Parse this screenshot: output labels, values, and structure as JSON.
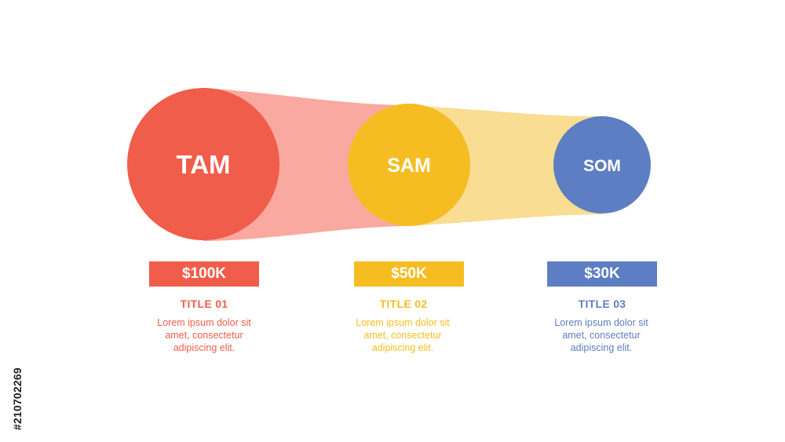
{
  "colors": {
    "red": "#F05D4B",
    "red_light": "#F9A99F",
    "yellow": "#F6BD23",
    "yellow_light": "#F8DD92",
    "blue": "#5D7EC2"
  },
  "circles": [
    {
      "label": "TAM",
      "color": "#F05D4B"
    },
    {
      "label": "SAM",
      "color": "#F6BD23"
    },
    {
      "label": "SOM",
      "color": "#5D7EC2"
    }
  ],
  "items": [
    {
      "value": "$100K",
      "title": "TITLE 01",
      "desc": [
        "Lorem ipsum dolor sit",
        "amet, consectetur",
        "adipiscing elit."
      ],
      "color": "#F05D4B"
    },
    {
      "value": "$50K",
      "title": "TITLE 02",
      "desc": [
        "Lorem ipsum dolor sit",
        "amet, consectetur",
        "adipiscing elit."
      ],
      "color": "#F6BD23"
    },
    {
      "value": "$30K",
      "title": "TITLE 03",
      "desc": [
        "Lorem ipsum dolor sit",
        "amet, consectetur",
        "adipiscing elit."
      ],
      "color": "#5D7EC2"
    }
  ],
  "side_id": "#210702269"
}
